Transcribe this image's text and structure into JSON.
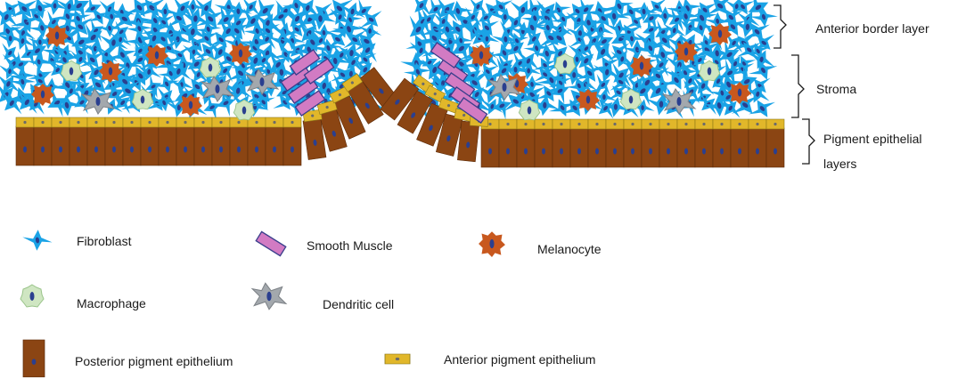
{
  "layers": {
    "anterior_border": "Anterior border layer",
    "stroma": "Stroma",
    "pigment_line1": "Pigment epithelial",
    "pigment_line2": "layers"
  },
  "legend": {
    "fibroblast": "Fibroblast",
    "smooth_muscle": "Smooth Muscle",
    "melanocyte": "Melanocyte",
    "macrophage": "Macrophage",
    "dendritic_cell": "Dendritic cell",
    "posterior_pigment_epithelium": "Posterior pigment epithelium",
    "anterior_pigment_epithelium": "Anterior pigment epithelium"
  },
  "colors": {
    "fibroblast": "#1aa3e6",
    "fibroblast_nucleus": "#2a3f8f",
    "smooth_muscle": "#d27bc3",
    "smooth_muscle_edge": "#3a3f8c",
    "melanocyte": "#c8581e",
    "macrophage": "#cfe6c2",
    "dendritic_cell": "#a3a8ad",
    "posterior_epithelium": "#8b4513",
    "anterior_epithelium": "#e1b72a"
  }
}
